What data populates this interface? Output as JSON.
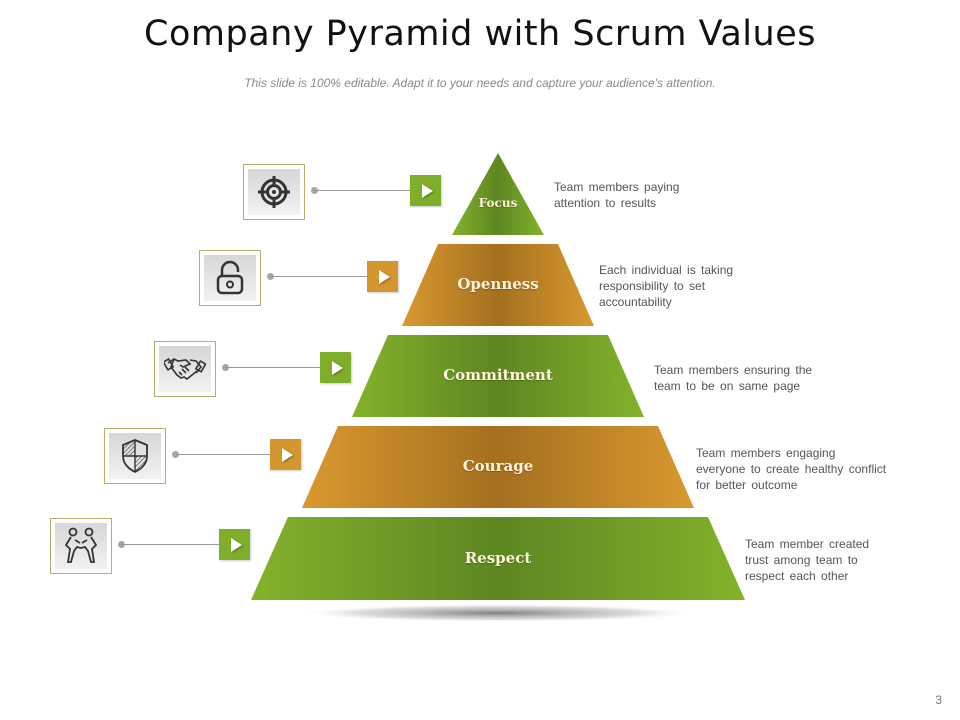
{
  "header": {
    "title": "Company Pyramid with Scrum Values",
    "subtitle": "This slide is 100% editable. Adapt it to your needs and capture your audience's attention."
  },
  "colors": {
    "green": "#7fae2a",
    "green_dark": "#5f8722",
    "orange": "#d4962e",
    "orange_dark": "#a5711f"
  },
  "tiers": [
    {
      "label": "Focus",
      "color": "green",
      "icon": "target-icon",
      "description_lines": [
        "Team  members  paying",
        "attention to results"
      ]
    },
    {
      "label": "Openness",
      "color": "orange",
      "icon": "unlock-icon",
      "description_lines": [
        "Each individual  is taking",
        "responsibility to set",
        "accountability"
      ]
    },
    {
      "label": "Commitment",
      "color": "green",
      "icon": "handshake-icon",
      "description_lines": [
        "Team  members ensuring the",
        "team to be on same page"
      ]
    },
    {
      "label": "Courage",
      "color": "orange",
      "icon": "shield-icon",
      "description_lines": [
        "Team  members  engaging",
        "everyone  to create healthy conflict",
        "for better outcome"
      ]
    },
    {
      "label": "Respect",
      "color": "green",
      "icon": "people-supporting-icon",
      "description_lines": [
        "Team  member created",
        "trust among team to",
        "respect each other"
      ]
    }
  ],
  "page_number": "3"
}
